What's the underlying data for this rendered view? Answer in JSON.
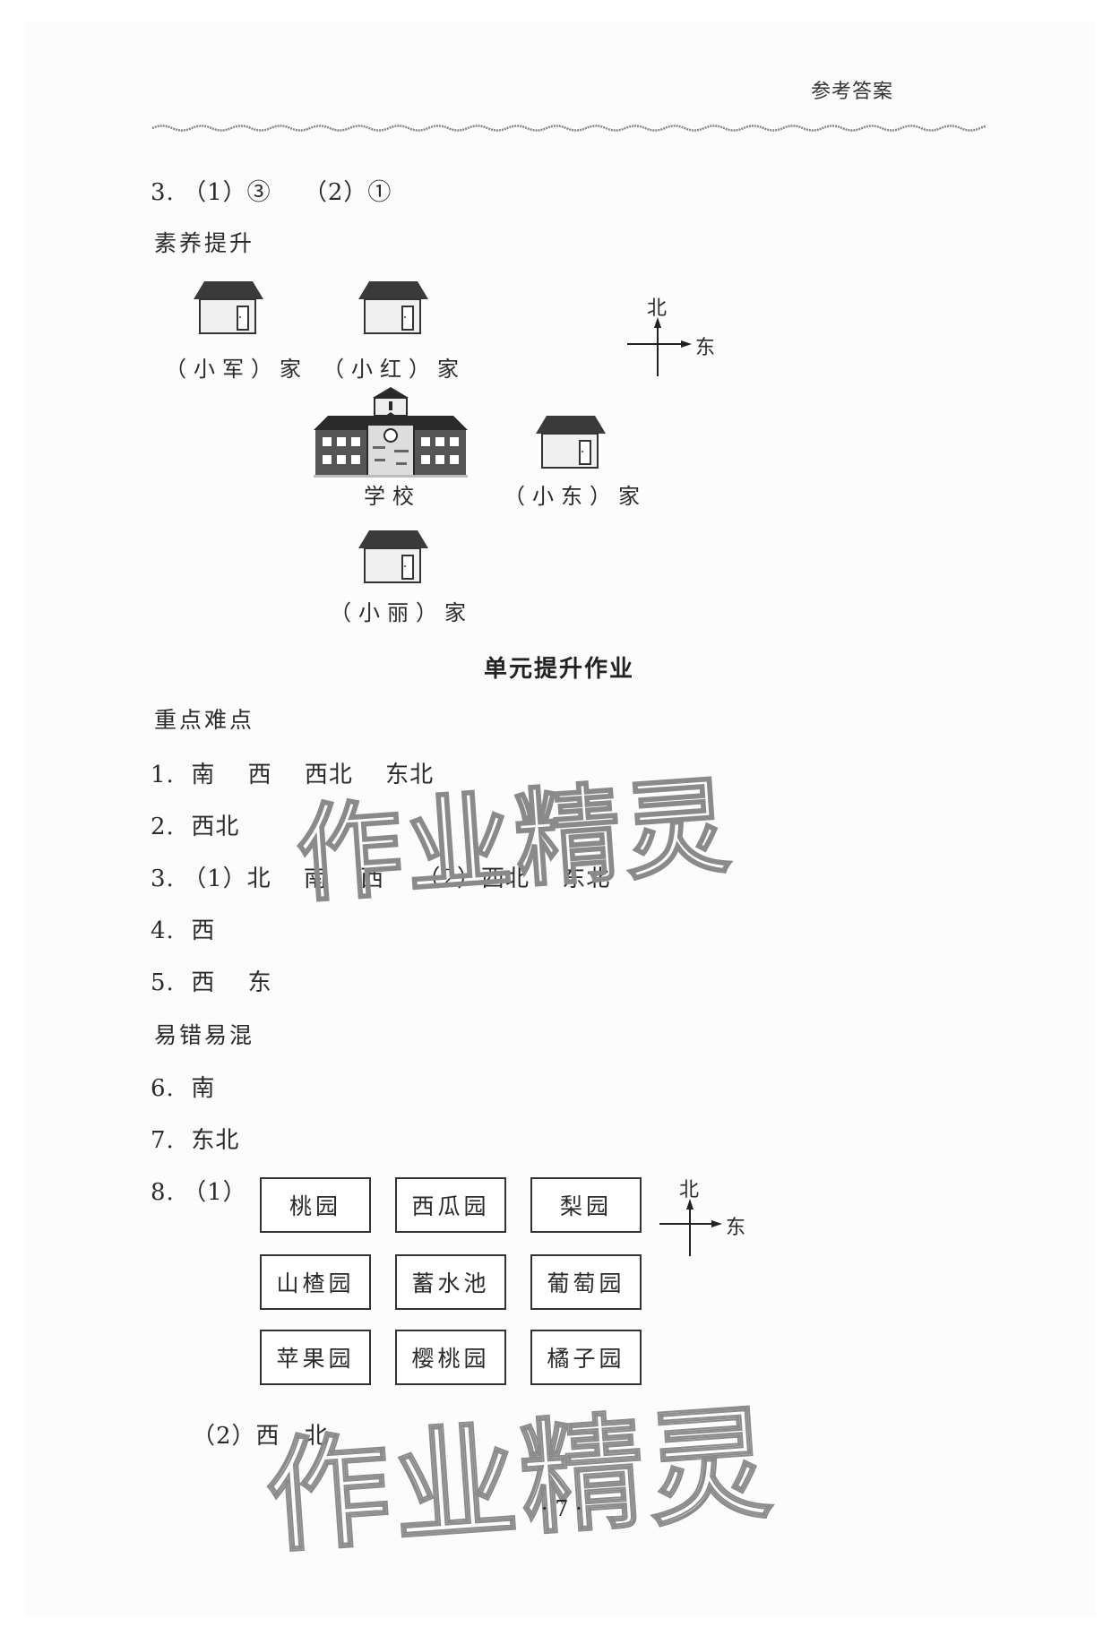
{
  "header": {
    "title": "参考答案"
  },
  "top_answer": {
    "text": "3. （1）③　 （2）①"
  },
  "literacy": {
    "label": "素养提升",
    "houses": [
      {
        "name": "xiaojun",
        "caption": "（小军）家"
      },
      {
        "name": "xiaohong",
        "caption": "（小红）家"
      },
      {
        "name": "xiaodong",
        "caption": "（小东）家"
      },
      {
        "name": "xiaoli",
        "caption": "（小丽）家"
      }
    ],
    "school_caption": "学校",
    "compass": {
      "north": "北",
      "east": "东"
    }
  },
  "unit": {
    "title": "单元提升作业",
    "key_points_label": "重点难点",
    "key_answers": [
      "1.  南　 西　 西北　 东北",
      "2.  西北",
      "3. （1）北　 南　 西　 （2）西北　 东北",
      "4.  西",
      "5.  西　 东"
    ],
    "confusing_label": "易错易混",
    "confusing_answers": [
      "6.  南",
      "7.  东北"
    ],
    "q8": {
      "part1_label": "8. （1）",
      "grid": [
        [
          "桃园",
          "西瓜园",
          "梨园"
        ],
        [
          "山楂园",
          "蓄水池",
          "葡萄园"
        ],
        [
          "苹果园",
          "樱桃园",
          "橘子园"
        ]
      ],
      "compass": {
        "north": "北",
        "east": "东"
      },
      "part2": "（2）西　北"
    }
  },
  "footer": {
    "page_number": "· 7 ·"
  },
  "watermark": {
    "text": "作业精灵"
  }
}
